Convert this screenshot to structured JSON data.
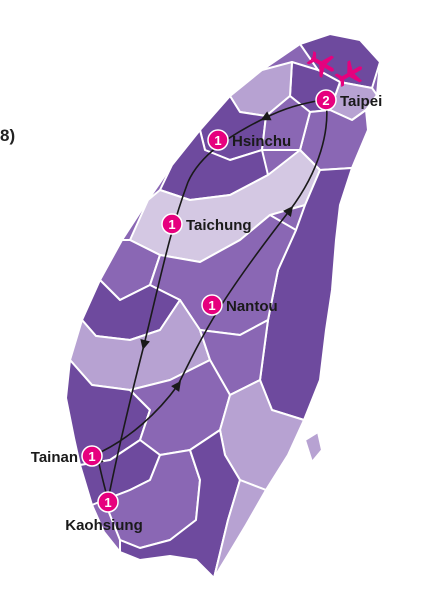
{
  "left_label": "8)",
  "colors": {
    "marker": "#e6007e",
    "route": "#1a1a1a",
    "plane": "#e6007e",
    "region_dark": "#6e4a9e",
    "region_mid": "#8a67b4",
    "region_light": "#b7a2d2",
    "region_pale": "#d4c8e3",
    "border": "#ffffff"
  },
  "icons": [
    "airplane-icon",
    "airplane-icon"
  ],
  "stops": [
    {
      "name": "Taipei",
      "nights": "2"
    },
    {
      "name": "Hsinchu",
      "nights": "1"
    },
    {
      "name": "Taichung",
      "nights": "1"
    },
    {
      "name": "Nantou",
      "nights": "1"
    },
    {
      "name": "Tainan",
      "nights": "1"
    },
    {
      "name": "Kaohsiung",
      "nights": "1"
    }
  ]
}
